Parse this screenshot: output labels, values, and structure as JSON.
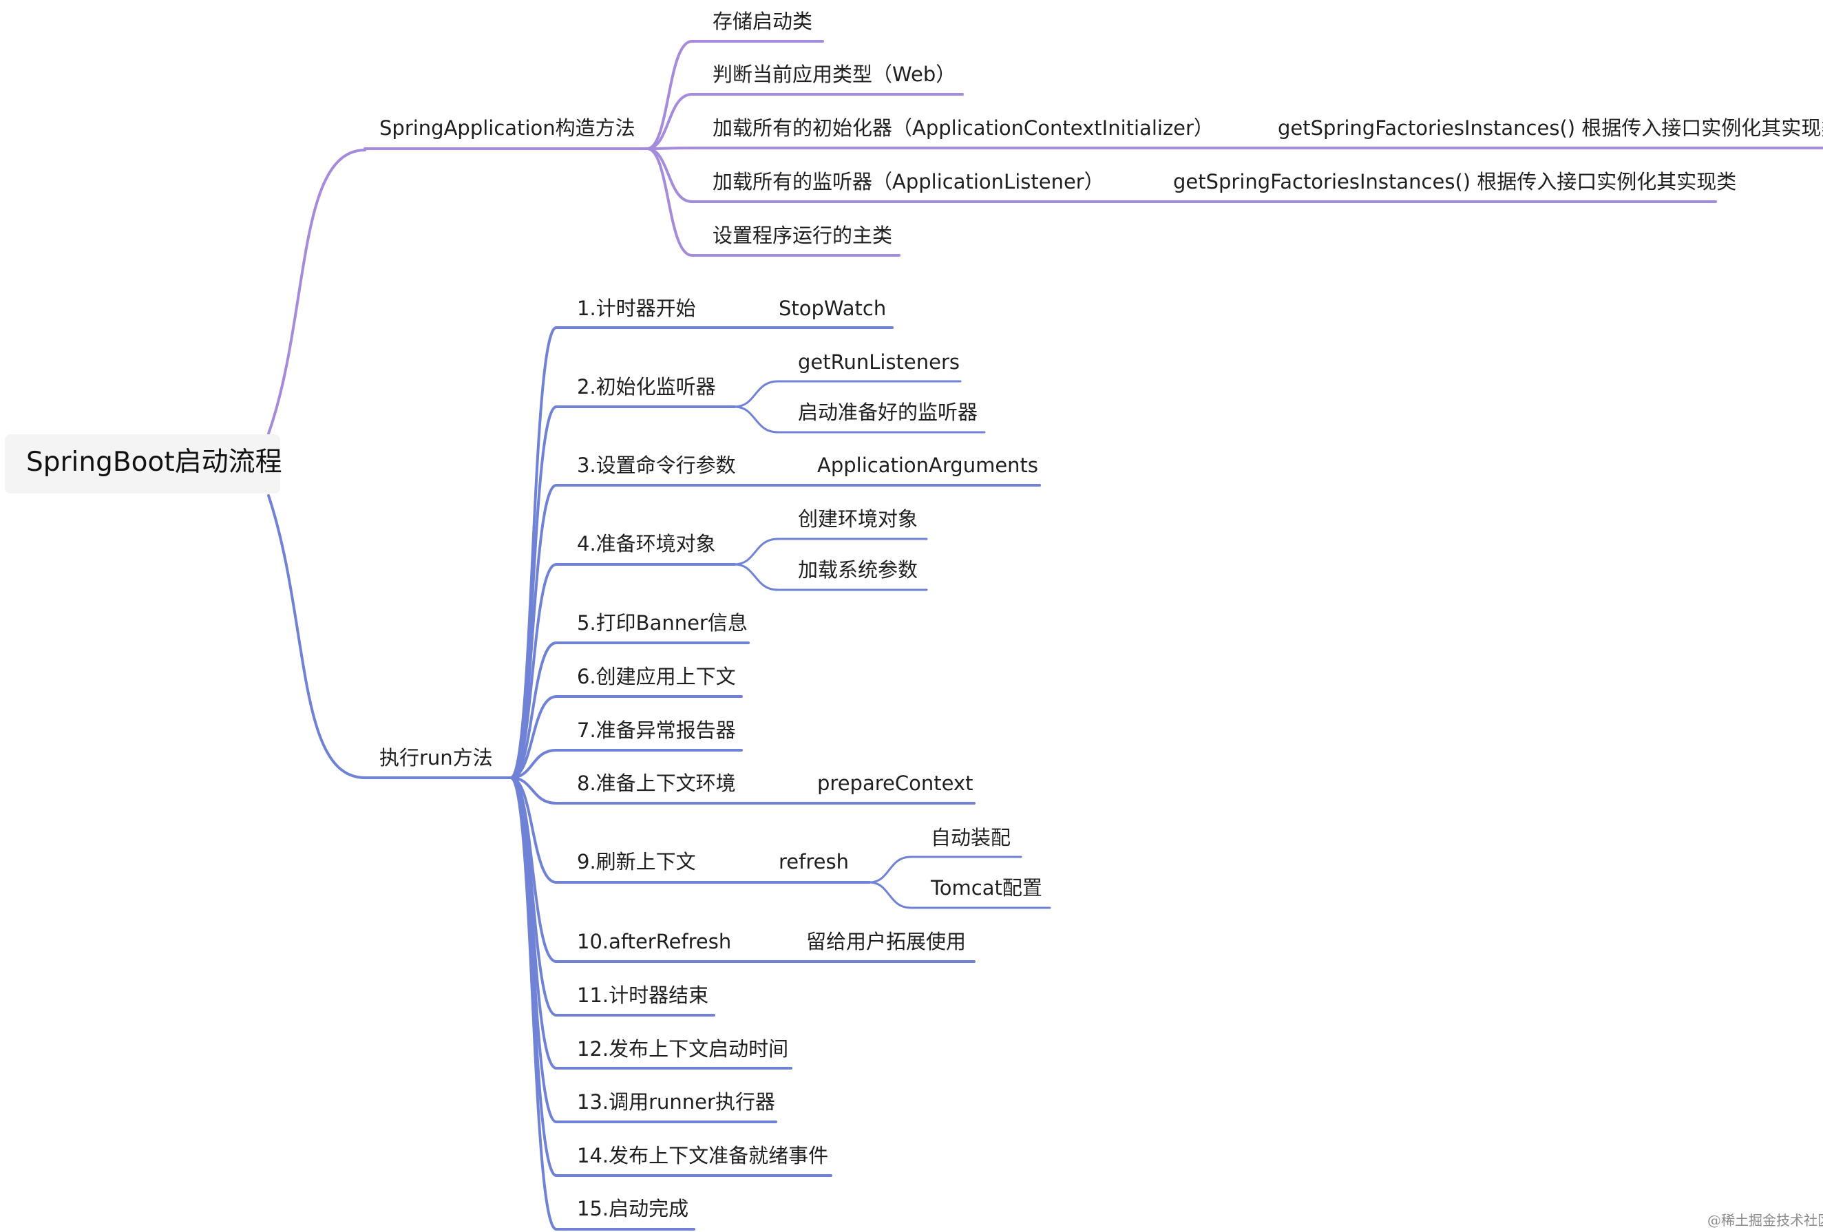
{
  "root": "SpringBoot启动流程",
  "branches": [
    {
      "label": "SpringApplication构造方法",
      "color": "#a58bdc",
      "children": [
        {
          "label": "存储启动类"
        },
        {
          "label": "判断当前应用类型（Web）"
        },
        {
          "label": "加载所有的初始化器（ApplicationContextInitializer）",
          "note": "getSpringFactoriesInstances() 根据传入接口实例化其实现类"
        },
        {
          "label": "加载所有的监听器（ApplicationListener）",
          "note": "getSpringFactoriesInstances() 根据传入接口实例化其实现类"
        },
        {
          "label": "设置程序运行的主类"
        }
      ]
    },
    {
      "label": "执行run方法",
      "color": "#6f82d6",
      "children": [
        {
          "label": "1.计时器开始",
          "children": [
            {
              "label": "StopWatch"
            }
          ]
        },
        {
          "label": "2.初始化监听器",
          "children": [
            {
              "label": "getRunListeners"
            },
            {
              "label": "启动准备好的监听器"
            }
          ]
        },
        {
          "label": "3.设置命令行参数",
          "children": [
            {
              "label": "ApplicationArguments"
            }
          ]
        },
        {
          "label": "4.准备环境对象",
          "children": [
            {
              "label": "创建环境对象"
            },
            {
              "label": "加载系统参数"
            }
          ]
        },
        {
          "label": "5.打印Banner信息"
        },
        {
          "label": "6.创建应用上下文"
        },
        {
          "label": "7.准备异常报告器"
        },
        {
          "label": "8.准备上下文环境",
          "children": [
            {
              "label": "prepareContext"
            }
          ]
        },
        {
          "label": "9.刷新上下文",
          "children": [
            {
              "label": "refresh",
              "children": [
                {
                  "label": "自动装配"
                },
                {
                  "label": "Tomcat配置"
                }
              ]
            }
          ]
        },
        {
          "label": "10.afterRefresh",
          "children": [
            {
              "label": "留给用户拓展使用"
            }
          ]
        },
        {
          "label": "11.计时器结束"
        },
        {
          "label": "12.发布上下文启动时间"
        },
        {
          "label": "13.调用runner执行器"
        },
        {
          "label": "14.发布上下文准备就绪事件"
        },
        {
          "label": "15.启动完成"
        }
      ]
    }
  ],
  "watermark": "@稀土掘金技术社区"
}
